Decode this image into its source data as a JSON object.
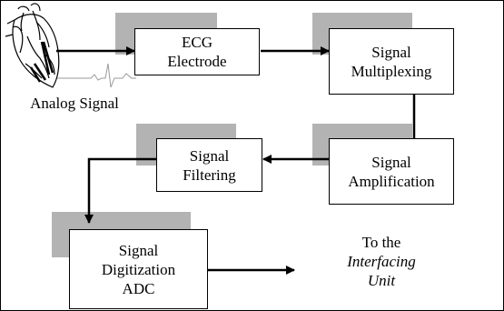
{
  "blocks": {
    "ecg_electrode": [
      "ECG",
      "Electrode"
    ],
    "signal_multiplexing": [
      "Signal",
      "Multiplexing"
    ],
    "signal_amplification": [
      "Signal",
      "Amplification"
    ],
    "signal_filtering": [
      "Signal",
      "Filtering"
    ],
    "signal_digitization": [
      "Signal",
      "Digitization",
      "ADC"
    ]
  },
  "labels": {
    "analog_signal": "Analog Signal",
    "output": [
      "To the",
      "Interfacing",
      "Unit"
    ]
  },
  "colors": {
    "shadow": "#b3b3b3",
    "line": "#000000",
    "ecg_trace": "#9a9a9a"
  },
  "icons": [
    "heart-icon"
  ]
}
